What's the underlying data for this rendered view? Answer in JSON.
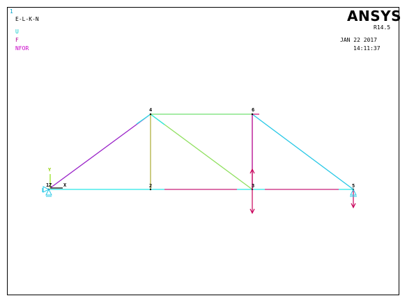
{
  "window_number": "1",
  "plot_items": [
    "E-L-K-N",
    "U",
    "F",
    "NFOR"
  ],
  "legend_colors": {
    "title": "#000000",
    "U": "#00c8c8",
    "F": "#b4008c",
    "NFOR": "#c800c8"
  },
  "brand": "ANSYS",
  "version": "R14.5",
  "date": "JAN 22 2017",
  "time": "14:11:37",
  "axis_labels": {
    "x": "X",
    "y": "Y",
    "z": "Z"
  },
  "nodes": [
    "1",
    "2",
    "3",
    "4",
    "5",
    "6"
  ],
  "element_colors": {
    "cyan": "#28e6e6",
    "purple": "#9a23c8",
    "olive": "#b0b040",
    "lime": "#90e060",
    "green": "#70e070",
    "blue_cyan": "#28c8e6",
    "magenta": "#c81e78",
    "force": "#c8005a"
  }
}
